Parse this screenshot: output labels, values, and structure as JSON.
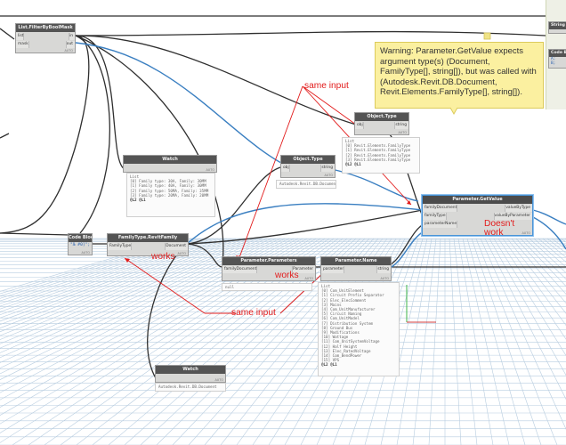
{
  "warning": {
    "text": "Warning: Parameter.GetValue expects argument type(s) (Document, FamilyType[], string[]), but was called with (Autodesk.Revit.DB.Document, Revit.Elements.FamilyType[], string[])."
  },
  "annotations": {
    "same_input_top": "same input",
    "same_input_bottom": "same input",
    "works_left": "works",
    "works_right": "works",
    "doesnt_work": "Doesn't\nwork"
  },
  "nodes": {
    "filter_by_bool_mask": {
      "title": "List.FilterByBoolMask",
      "in1": "list",
      "in2": "mask",
      "out1": "in",
      "out2": "out",
      "auto": "AUTO"
    },
    "watch_top": {
      "title": "Watch",
      "in1": "",
      "out1": "",
      "auto": "AUTO"
    },
    "code_block": {
      "title": "Code Block",
      "code": "\"Љ #0]\";",
      "auto": "AUTO"
    },
    "familytype_revitfamily": {
      "title": "FamilyType.RevitFamily",
      "in1": "FamilyType",
      "out1": "Document",
      "auto": "AUTO"
    },
    "object_type_mid": {
      "title": "Object.Type",
      "in1": "obj",
      "out1": "string",
      "auto": "AUTO"
    },
    "object_type_top": {
      "title": "Object.Type",
      "in1": "obj",
      "out1": "string",
      "auto": "AUTO"
    },
    "parameter_parameters": {
      "title": "Parameter.Parameters",
      "in1": "familyDocument",
      "out1": "Parameter",
      "auto": "AUTO"
    },
    "parameter_name": {
      "title": "Parameter.Name",
      "in1": "parameter",
      "out1": "string",
      "auto": "AUTO"
    },
    "parameter_getvalue": {
      "title": "Parameter.GetValue",
      "in1": "familyDocument",
      "in2": "familyType",
      "in3": "parameterName",
      "out1": "valueByType",
      "out2": "valueByParameter",
      "auto": "AUTO"
    },
    "watch_bottom": {
      "title": "Watch",
      "in1": "",
      "out1": "",
      "auto": "AUTO"
    }
  },
  "side_nodes": {
    "string_from": {
      "title": "String fr"
    },
    "code_block_right": {
      "title": "Code Bl",
      "line1": "A;",
      "line2": "B;"
    }
  },
  "previews": {
    "watch_top": {
      "header": "List",
      "items": [
        "[0] Family type: 30A, Family: 30MM",
        "[1] Family type: 40A, Family: 30MM",
        "[2] Family type: 50MA, Family: 35MM",
        "[3] Family type: 20MA, Family: 20MM"
      ],
      "footer": "@L2 @L1"
    },
    "object_type_top": {
      "header": "List",
      "items": [
        "[0] Revit.Elements.FamilyType",
        "[1] Revit.Elements.FamilyType",
        "[2] Revit.Elements.FamilyType",
        "[3] Revit.Elements.FamilyType"
      ],
      "footer": "@L2 @L1"
    },
    "object_type_mid": {
      "text": "Autodesk.Revit.DB.Document"
    },
    "parameter_parameters": {
      "text": "null"
    },
    "parameter_name": {
      "header": "List",
      "items": [
        "[0] Com_UnitElement",
        "[1] Circuit Prefix Separator",
        "[2] Elec_ElecComment",
        "[3] Mains",
        "[4] Com_UnitManufacturer",
        "[5] Circuit Naming",
        "[6] Com_UnitModel",
        "[7] Distribution System",
        "[8] Ground Bus",
        "[9] Modifications",
        "[10] Wattage",
        "[11] Com_UnitSystemVoltage",
        "[12] Half Height",
        "[13] Elec_RatedVoltage",
        "[14] Com_BendPower",
        "[15] VPS"
      ],
      "footer": "@L2 @L1"
    },
    "watch_bottom": {
      "text": "Autodesk.Revit.DB.Document"
    }
  },
  "colors": {
    "wire_dark": "#2f2f2f",
    "wire_blue": "#3a7fc1",
    "annotation_red": "#e21c1c",
    "warning_bg": "#fbf0a0",
    "grid": "#b8cde0",
    "node_header": "#545454"
  }
}
